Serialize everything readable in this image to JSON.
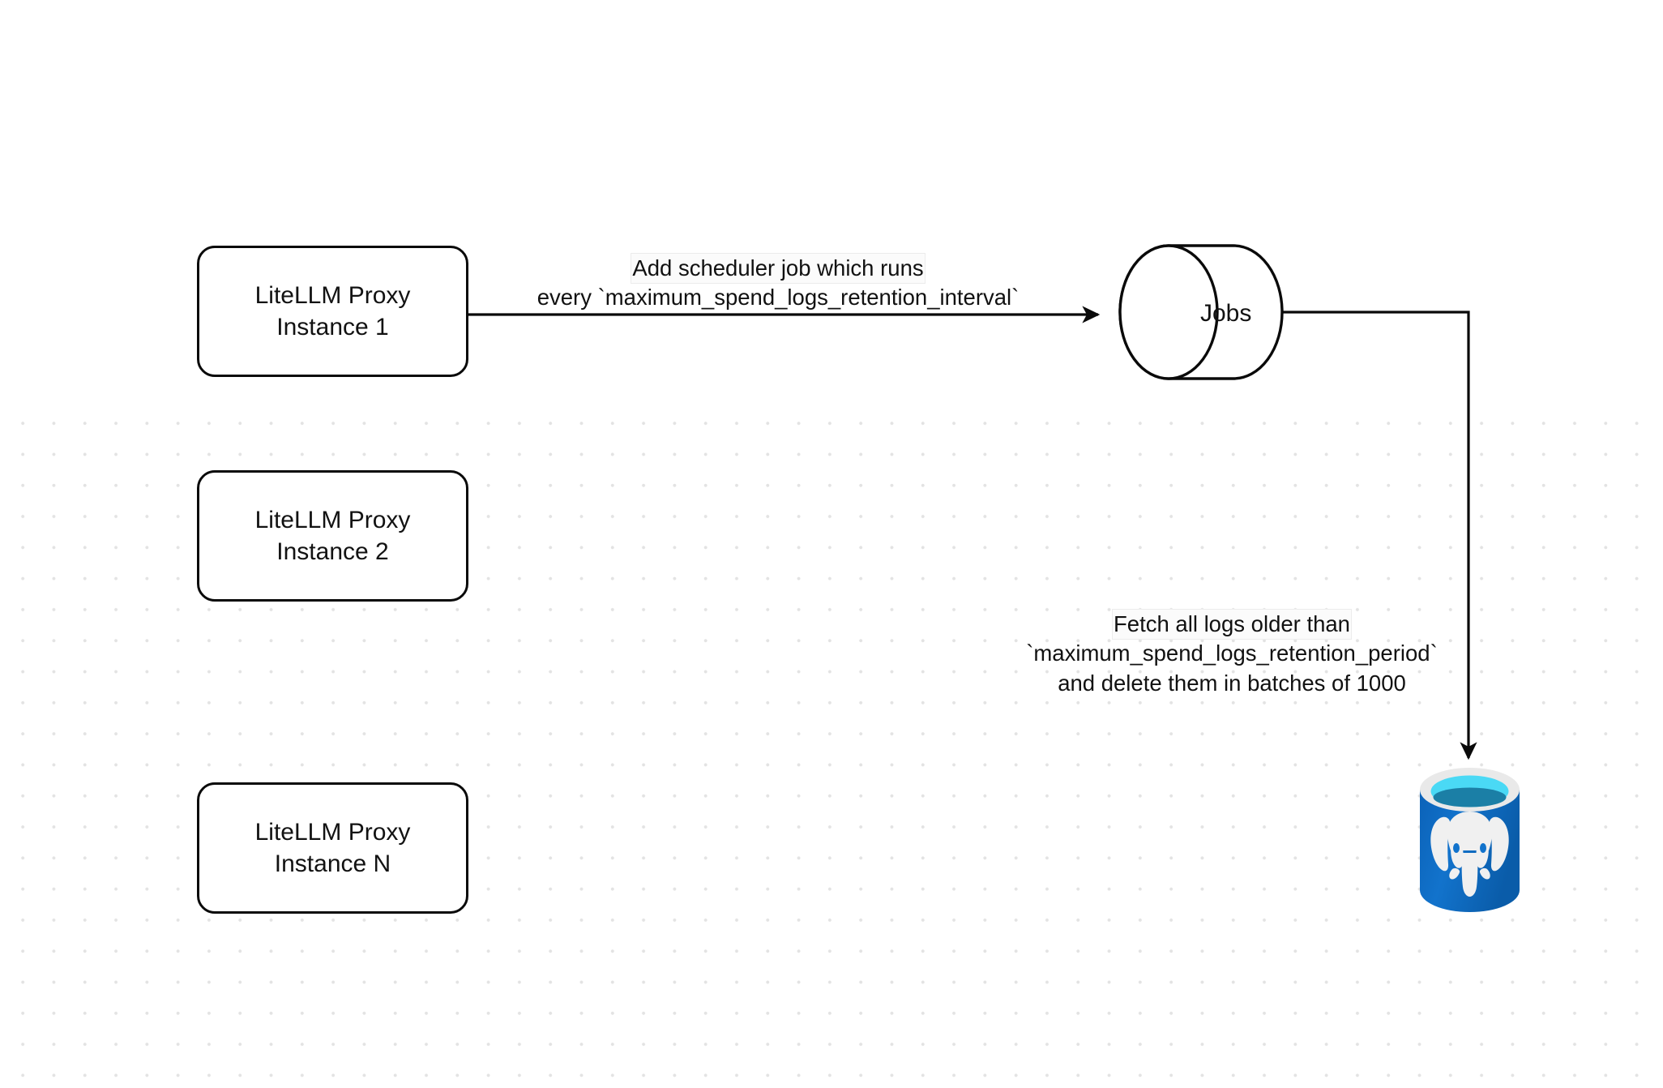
{
  "diagram": {
    "title": "LiteLLM spend-logs retention scheduler flow",
    "background": "#ffffff",
    "grid_dot_color": "#e3e3e3",
    "stroke_color": "#0a0a0a",
    "nodes": [
      {
        "id": "instance1",
        "kind": "rounded-rect",
        "line1": "LiteLLM Proxy",
        "line2": "Instance 1"
      },
      {
        "id": "instance2",
        "kind": "rounded-rect",
        "line1": "LiteLLM Proxy",
        "line2": "Instance 2"
      },
      {
        "id": "instanceN",
        "kind": "rounded-rect",
        "line1": "LiteLLM Proxy",
        "line2": "Instance N"
      },
      {
        "id": "jobs",
        "kind": "cylinder-horizontal",
        "label": "Jobs"
      },
      {
        "id": "postgres",
        "kind": "database-icon",
        "label": "",
        "icon": "postgresql-elephant-icon"
      }
    ],
    "edges": [
      {
        "id": "instance1-to-jobs",
        "from": "instance1",
        "to": "jobs",
        "label_line1": "Add scheduler job which runs",
        "label_line2": "every `maximum_spend_logs_retention_interval`"
      },
      {
        "id": "jobs-to-postgres",
        "from": "jobs",
        "to": "postgres",
        "label_line1": "Fetch all logs older than",
        "label_line2": "`maximum_spend_logs_retention_period`",
        "label_line3": "and delete them in batches of 1000"
      }
    ],
    "postgres_colors": {
      "body_blue": "#0f6fc6",
      "body_blue_dark": "#0a5ead",
      "rim_gray": "#e9e9e9",
      "top_cyan": "#4ad9f5",
      "top_teal": "#1b7fa6",
      "elephant_white": "#f0f0f0"
    }
  }
}
